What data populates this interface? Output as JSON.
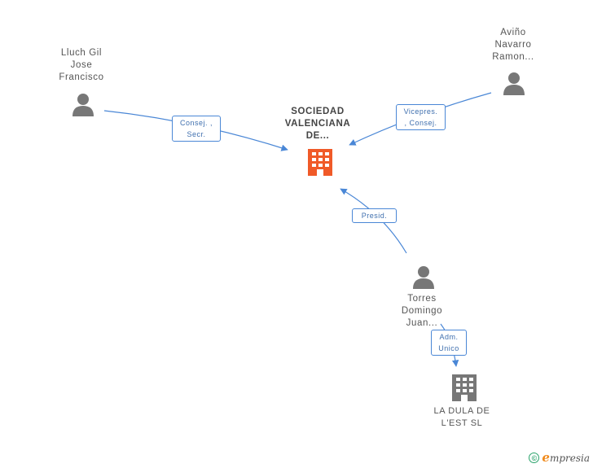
{
  "nodes": {
    "main": {
      "lines": [
        "SOCIEDAD",
        "VALENCIANA",
        "DE..."
      ],
      "icon": "building-icon",
      "color": "#f05a28"
    },
    "lluch": {
      "lines": [
        "Lluch Gil",
        "Jose",
        "Francisco"
      ],
      "icon": "person-icon"
    },
    "avino": {
      "lines": [
        "Aviño",
        "Navarro",
        "Ramon..."
      ],
      "icon": "person-icon"
    },
    "torres": {
      "lines": [
        "Torres",
        "Domingo",
        "Juan..."
      ],
      "icon": "person-icon"
    },
    "ladula": {
      "lines": [
        "LA DULA DE",
        "L'EST SL"
      ],
      "icon": "building-icon",
      "color": "#777777"
    }
  },
  "edges": {
    "lluch_main": {
      "lines": [
        "Consej. ,",
        "Secr."
      ]
    },
    "avino_main": {
      "lines": [
        "Vicepres.",
        ", Consej."
      ]
    },
    "torres_main": {
      "lines": [
        "Presid."
      ]
    },
    "torres_ladula": {
      "lines": [
        "Adm.",
        "Unico"
      ]
    }
  },
  "colors": {
    "edge": "#4a87d6",
    "person": "#777777"
  },
  "footer": {
    "copyright": "©",
    "brand_initial": "e",
    "brand_rest": "mpresia"
  }
}
